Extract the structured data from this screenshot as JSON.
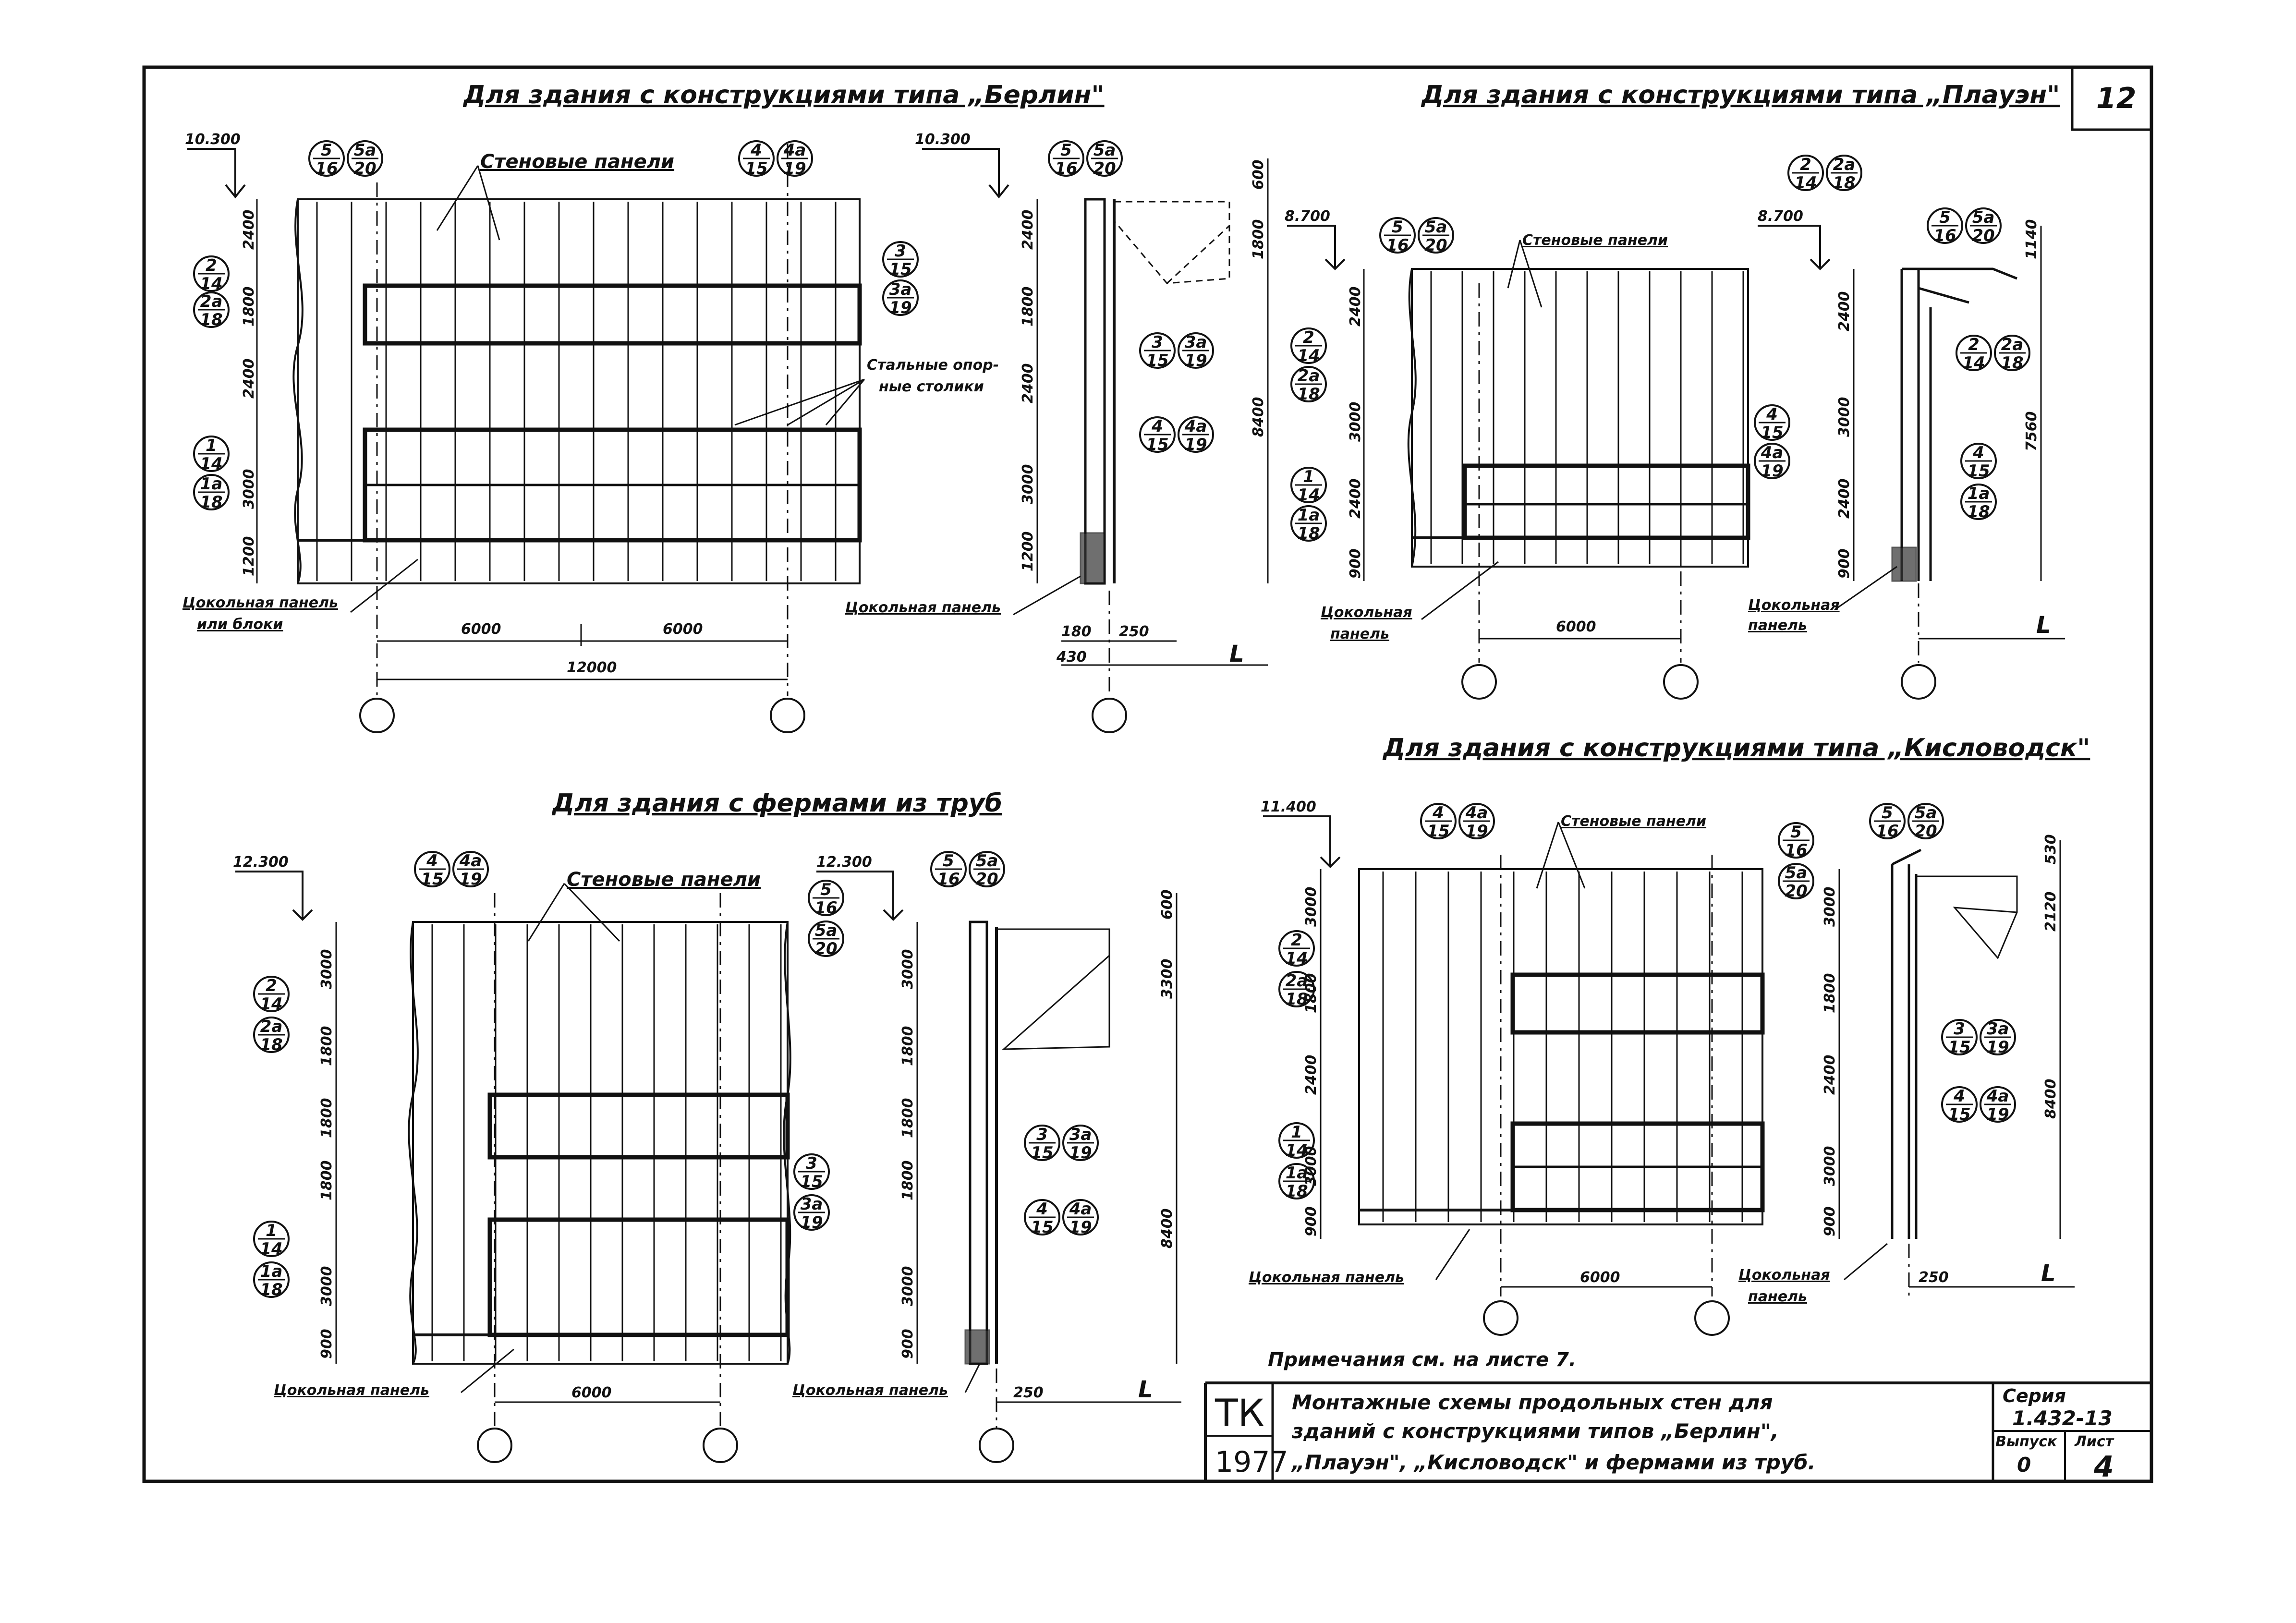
{
  "sections": [
    {
      "title": "Для здания с конструкциями типа „Берлин\""
    },
    {
      "title": "Для здания с конструкциями типа „Плауэн\""
    },
    {
      "title": "Для здания с фермами из труб"
    },
    {
      "title": "Для здания с конструкциями типа „Кисловодск\""
    }
  ],
  "berlin": {
    "level_top": "10.300",
    "level_side": "10.300",
    "label_panels": "Стеновые панели",
    "label_plinth": "Цокольная панель",
    "label_plinth2": "или блоки",
    "label_plinth_side": "Цокольная панель",
    "label_tables1": "Стальные опор-",
    "label_tables2": "ные столики",
    "dims_left": [
      "2400",
      "1800",
      "2400",
      "3000",
      "1200"
    ],
    "dims_side": [
      "2400",
      "1800",
      "2400",
      "3000",
      "1200"
    ],
    "dims_right": [
      "600",
      "1800",
      "8400"
    ],
    "bottom_dims": [
      "6000",
      "6000",
      "12000"
    ],
    "side_bottom": [
      "180",
      "250",
      "430"
    ],
    "L": "L",
    "marks": {
      "m1": [
        "5",
        "16"
      ],
      "m2": [
        "5a",
        "20"
      ],
      "m3": [
        "4",
        "15"
      ],
      "m4": [
        "4a",
        "19"
      ],
      "m5": [
        "2",
        "14"
      ],
      "m6": [
        "2a",
        "18"
      ],
      "m7": [
        "1",
        "14"
      ],
      "m8": [
        "1a",
        "18"
      ],
      "m9": [
        "3",
        "15"
      ],
      "m10": [
        "3a",
        "19"
      ]
    }
  },
  "plauen": {
    "level_top": "8.700",
    "level_side": "8.700",
    "label_panels": "Стеновые панели",
    "label_plinth1": "Цокольная",
    "label_plinth2": "панель",
    "dims_left": [
      "2400",
      "3000",
      "2400",
      "900"
    ],
    "dims_side": [
      "2400",
      "3000",
      "2400",
      "900"
    ],
    "dims_right": [
      "1140",
      "7560"
    ],
    "bottom_dim": "6000",
    "L": "L"
  },
  "tubes": {
    "level_top": "12.300",
    "level_side": "12.300",
    "label_panels": "Стеновые панели",
    "label_plinth": "Цокольная панель",
    "label_plinth_side": "Цокольная панель",
    "dims_left": [
      "3000",
      "1800",
      "1800",
      "1800",
      "3000",
      "900"
    ],
    "dims_side": [
      "3000",
      "1800",
      "1800",
      "1800",
      "3000",
      "900"
    ],
    "dims_right": [
      "600",
      "3300",
      "8400"
    ],
    "bottom_dim": "6000",
    "side_bottom": "250",
    "L": "L"
  },
  "kislovodsk": {
    "level_top": "11.400",
    "label_panels": "Стеновые панели",
    "label_plinth": "Цокольная панель",
    "label_plinth_side1": "Цокольная",
    "label_plinth_side2": "панель",
    "dims_left": [
      "3000",
      "1800",
      "2400",
      "3000",
      "900"
    ],
    "dims_side": [
      "3000",
      "1800",
      "2400",
      "3000",
      "900"
    ],
    "dims_right": [
      "530",
      "2120",
      "8400"
    ],
    "bottom_dim": "6000",
    "side_bottom": "250",
    "L": "L"
  },
  "note": "Примечания см. на листе 7.",
  "title_block": {
    "org_top": "ТК",
    "org_year": "1977",
    "title1": "Монтажные схемы продольных стен для",
    "title2": "зданий с конструкциями типов „Берлин\",",
    "title3": "„Плауэн\", „Кисловодск\" и фермами из труб.",
    "series_label": "Серия",
    "series": "1.432-13",
    "issue_label": "Выпуск",
    "issue": "0",
    "sheet_label": "Лист",
    "sheet": "4",
    "page_num": "12"
  }
}
